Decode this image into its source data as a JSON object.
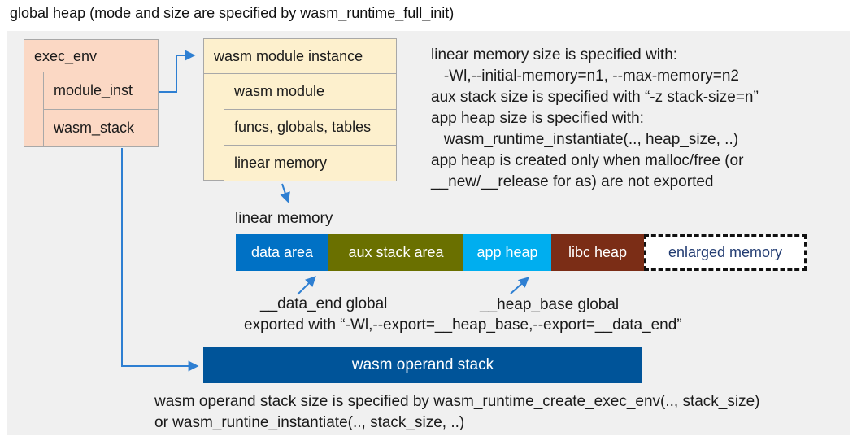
{
  "title": "global heap (mode and size are specified by wasm_runtime_full_init)",
  "exec_env": {
    "header": "exec_env",
    "rows": {
      "module_inst": "module_inst",
      "wasm_stack": "wasm_stack"
    }
  },
  "module_instance": {
    "header": "wasm module instance",
    "rows": {
      "wasm_module": "wasm module",
      "funcs": "funcs, globals, tables",
      "linear_memory": "linear memory"
    }
  },
  "notes_right": {
    "lines": [
      "linear memory size is specified with:",
      "   -Wl,--initial-memory=n1, --max-memory=n2",
      "aux stack size is specified with “-z stack-size=n”",
      "app heap size is specified with:",
      "   wasm_runtime_instantiate(.., heap_size, ..)",
      "app heap is created only when malloc/free (or",
      "__new/__release for as) are not exported"
    ]
  },
  "linear_memory": {
    "label": "linear memory",
    "segments": [
      {
        "label": "data area",
        "color": "#0071c5",
        "text_color": "#ffffff"
      },
      {
        "label": "aux stack area",
        "color": "#6a7000",
        "text_color": "#ffffff"
      },
      {
        "label": "app heap",
        "color": "#00aeef",
        "text_color": "#ffffff"
      },
      {
        "label": "libc heap",
        "color": "#7b2d16",
        "text_color": "#ffffff"
      },
      {
        "label": "enlarged memory",
        "color": "#ffffff",
        "text_color": "#223c72",
        "border": "dashed"
      }
    ]
  },
  "annotations": {
    "data_end": "__data_end global",
    "heap_base": "__heap_base global",
    "exported": "exported with “-Wl,--export=__heap_base,--export=__data_end”"
  },
  "operand_stack": {
    "label": "wasm operand stack",
    "color": "#005499"
  },
  "notes_bottom": {
    "lines": [
      "wasm operand stack size is specified by wasm_runtime_create_exec_env(.., stack_size)",
      "or wasm_runtine_instantiate(.., stack_size, ..)"
    ]
  },
  "colors": {
    "panel_bg": "#f0f0f0",
    "exec_env_fill": "#fbd8c4",
    "module_instance_fill": "#fdf0cd",
    "box_border": "#a8a8a8",
    "arrow": "#2e7fd2"
  }
}
